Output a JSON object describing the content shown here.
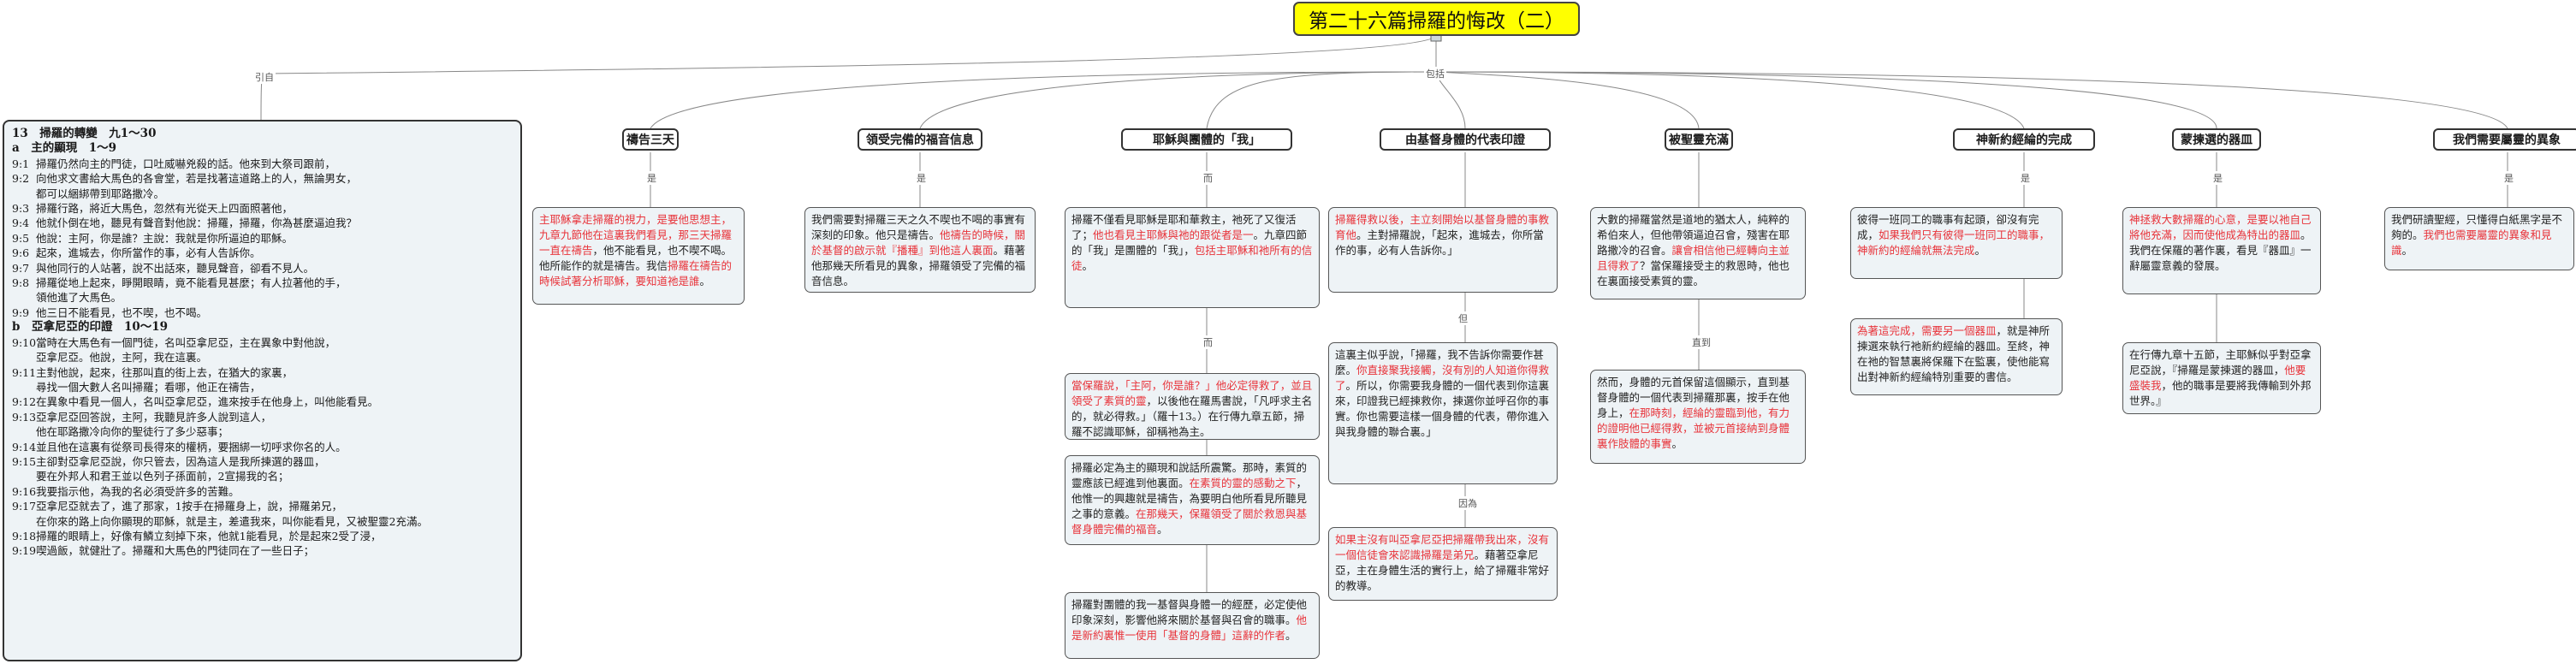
{
  "title": "第二十六篇掃羅的悔改（二）",
  "connectors": {
    "left": "引自",
    "right": "包括",
    "sub_c3_a": "而",
    "sub_c3_b": "而",
    "sub_c4": "但",
    "sub_c5": "直到",
    "sub_c6": "因為",
    "sub_c1": "是",
    "sub_c2": "是",
    "sub_c7": "是",
    "sub_c8": "是",
    "sub_c9": "是"
  },
  "scripture": {
    "heading": "13　掃羅的轉變　九1～30",
    "sec_a": "a　主的顯現　1～9",
    "sec_a_lines": [
      {
        "n": "9:1",
        "t": "掃羅仍然向主的門徒，口吐威嚇兇殺的話。他來到大祭司跟前，"
      },
      {
        "n": "9:2",
        "t": "向他求文書給大馬色的各會堂，若是找著這道路上的人，無論男女，"
      },
      {
        "n": "",
        "t": "都可以綑綁帶到耶路撒冷。"
      },
      {
        "n": "9:3",
        "t": "掃羅行路，將近大馬色，忽然有光從天上四面照著他，"
      },
      {
        "n": "9:4",
        "t": "他就仆倒在地，聽見有聲音對他說：掃羅，掃羅，你為甚麼逼迫我？"
      },
      {
        "n": "9:5",
        "t": "他說：主阿，你是誰？主說：我就是你所逼迫的耶穌。"
      },
      {
        "n": "9:6",
        "t": "起來，進城去，你所當作的事，必有人告訴你。"
      },
      {
        "n": "9:7",
        "t": "與他同行的人站著，說不出話來，聽見聲音，卻看不見人。"
      },
      {
        "n": "9:8",
        "t": "掃羅從地上起來，睜開眼睛，竟不能看見甚麼；有人拉著他的手，"
      },
      {
        "n": "",
        "t": "領他進了大馬色。"
      },
      {
        "n": "9:9",
        "t": "他三日不能看見，也不喫，也不喝。"
      }
    ],
    "sec_b": "b　亞拿尼亞的印證　10～19",
    "sec_b_lines": [
      {
        "n": "9:10",
        "t": "當時在大馬色有一個門徒，名叫亞拿尼亞，主在異象中對他說，"
      },
      {
        "n": "",
        "t": "亞拿尼亞。他說，主阿，我在這裏。"
      },
      {
        "n": "9:11",
        "t": "主對他說，起來，往那叫直的街上去，在猶大的家裏，"
      },
      {
        "n": "",
        "t": "尋找一個大數人名叫掃羅；看哪，他正在禱告，"
      },
      {
        "n": "9:12",
        "t": "在異象中看見一個人，名叫亞拿尼亞，進來按手在他身上，叫他能看見。"
      },
      {
        "n": "9:13",
        "t": "亞拿尼亞回答說，主阿，我聽見許多人說到這人，"
      },
      {
        "n": "",
        "t": "他在耶路撒冷向你的聖徒行了多少惡事；"
      },
      {
        "n": "9:14",
        "t": "並且他在這裏有從祭司長得來的權柄，要捆綁一切呼求你名的人。"
      },
      {
        "n": "9:15",
        "t": "主卻對亞拿尼亞說，你只管去，因為這人是我所揀選的器皿，"
      },
      {
        "n": "",
        "t": "要在外邦人和君王並以色列子孫面前，2宣揚我的名；"
      },
      {
        "n": "9:16",
        "t": "我要指示他，為我的名必須受許多的苦難。"
      },
      {
        "n": "9:17",
        "t": "亞拿尼亞就去了，進了那家，1按手在掃羅身上，說，掃羅弟兄，"
      },
      {
        "n": "",
        "t": "在你來的路上向你顯現的耶穌，就是主，差遣我來，叫你能看見，又被聖靈2充滿。"
      },
      {
        "n": "9:18",
        "t": "掃羅的眼睛上，好像有鱗立刻掉下來，他就1能看見，於是起來2受了浸，"
      },
      {
        "n": "9:19",
        "t": "喫過飯，就健壯了。掃羅和大馬色的門徒同在了一些日子；"
      }
    ]
  },
  "columns": [
    {
      "label": "禱告三天",
      "note": [
        {
          "t": "主耶穌拿走掃羅的視力，是要他思想主，九章九節他在這裏我們看見，",
          "red": true
        },
        {
          "t": "那三天掃羅一直在禱告",
          "red": true
        },
        {
          "t": "，他不能看見，也不喫不喝。他所能作的就是禱告。我信",
          "red": false
        },
        {
          "t": "掃羅在禱告的時候試著分析耶穌，要知道祂是誰",
          "red": true
        },
        {
          "t": "。",
          "red": false
        }
      ]
    },
    {
      "label": "領受完備的福音信息",
      "note": [
        {
          "t": "我們需要對掃羅三天之久不喫也不喝的事實有深刻的印象。他只是禱告。",
          "red": false
        },
        {
          "t": "他禱告的時候，關於基督的啟示就『播種』到他這人裏面",
          "red": true
        },
        {
          "t": "。藉著他那幾天所看見的異象，掃羅領受了完備的福音信息。",
          "red": false
        }
      ]
    },
    {
      "label": "耶穌與團體的「我」",
      "note": [
        {
          "t": "掃羅不僅看見耶穌是耶和華救主，祂死了又復活了；",
          "red": false
        },
        {
          "t": "他也看見主耶穌與祂的跟從者是一",
          "red": true
        },
        {
          "t": "。九章四節的「我」是團體的「我」，",
          "red": false
        },
        {
          "t": "包括主耶穌和祂所有的信徒",
          "red": true
        },
        {
          "t": "。",
          "red": false
        }
      ],
      "note2": [
        {
          "t": "當保羅說，「主阿，你是誰？」他必定得救了，並且領受了素質的靈",
          "red": true
        },
        {
          "t": "，以後他在羅馬書說，「凡呼求主名的，就必得救。」（羅十13。）在行傳九章五節，掃羅不認識耶穌，卻稱祂為主。",
          "red": false
        }
      ],
      "note3": [
        {
          "t": "掃羅必定為主的顯現和說話所震驚。那時，素質的靈應該已經進到他裏面。",
          "red": false
        },
        {
          "t": "在素質的靈的感動之下",
          "red": true
        },
        {
          "t": "，他惟一的興趣就是禱告，為要明白他所看見所聽見之事的意義。",
          "red": false
        },
        {
          "t": "在那幾天，保羅領受了關於救恩與基督身體完備的福音",
          "red": true
        },
        {
          "t": "。",
          "red": false
        }
      ],
      "note4": [
        {
          "t": "掃羅對團體的我一基督與身體一的經歷，必定使他印象深刻，影響他將來關於基督與召會的職事。",
          "red": false
        },
        {
          "t": "他是新約裏惟一使用「基督的身體」這辭的作者",
          "red": true
        },
        {
          "t": "。",
          "red": false
        }
      ]
    },
    {
      "label": "由基督身體的代表印證",
      "note": [
        {
          "t": "掃羅得救以後，主立刻開始以基督身體的事教育他",
          "red": true
        },
        {
          "t": "。主對掃羅說，「起來，進城去，你所當作的事，必有人告訴你。」",
          "red": false
        }
      ],
      "note2": [
        {
          "t": "這裏主似乎說，「掃羅，我不告訴你需要作甚麼。",
          "red": false
        },
        {
          "t": "你直接聚我接觸，沒有別的人知道你得救了",
          "red": true
        },
        {
          "t": "。所以，你需要我身體的一個代表到你這裏來，印證我已經揀救你，揀選你並呼召你的事實。你也需要這樣一個身體的代表，帶你進入與我身體的聯合裏。」",
          "red": false
        }
      ],
      "note3": [
        {
          "t": "如果主沒有叫亞拿尼亞把掃羅帶我出來，沒有一個信徒會來認識掃羅是弟兄",
          "red": true
        },
        {
          "t": "。藉著亞拿尼亞，主在身體生活的實行上，給了掃羅非常好的教導。",
          "red": false
        }
      ]
    },
    {
      "label": "被聖靈充滿",
      "note": [
        {
          "t": "大數的掃羅當然是道地的猶太人，純粹的希伯來人，但他帶領逼迫召會，殘害在耶路撒冷的召會。",
          "red": false
        },
        {
          "t": "讓會相信他已經轉向主並且得救了",
          "red": true
        },
        {
          "t": "？當保羅接受主的救恩時，他也在裏面接受素質的靈。",
          "red": false
        }
      ],
      "note2": [
        {
          "t": "然而，身體的元首保留這個顯示，直到基督身體的一個代表到掃羅那裏，按手在他身上，",
          "red": false
        },
        {
          "t": "在那時刻，經綸的靈臨到他，有力的證明他已經得救，並被元首接納到身體裏作肢體的事實",
          "red": true
        },
        {
          "t": "。",
          "red": false
        }
      ]
    },
    {
      "label": "神新約經綸的完成",
      "note": [
        {
          "t": "彼得一班同工的職事有起頭，卻沒有完成，",
          "red": false
        },
        {
          "t": "如果我們只有彼得一班同工的職事，神新約的經綸就無法完成",
          "red": true
        },
        {
          "t": "。",
          "red": false
        }
      ],
      "note2": [
        {
          "t": "為著這完成，需要另一個器皿",
          "red": true
        },
        {
          "t": "，就是神所揀選來執行祂新約經綸的器皿。至終，神在祂的智慧裏將保羅下在監裏，使他能寫出對神新約經綸特別重要的書信。",
          "red": false
        }
      ]
    },
    {
      "label": "蒙揀選的器皿",
      "note": [
        {
          "t": "神拯救大數掃羅的心意，是要以祂自己將他充滿，因而使他成為特出的器皿",
          "red": true
        },
        {
          "t": "。我們在保羅的著作裏，看見『器皿』一辭屬靈意義的發展。",
          "red": false
        }
      ],
      "note2": [
        {
          "t": "在行傳九章十五節，主耶穌似乎對亞拿尼亞說，『掃羅是蒙揀選的器皿，",
          "red": false
        },
        {
          "t": "他要盛裝我",
          "red": true
        },
        {
          "t": "，他的職事是要將我傳輸到外邦世界。』",
          "red": false
        }
      ]
    },
    {
      "label": "我們需要屬靈的異象",
      "note": [
        {
          "t": "我們研讀聖經，只懂得白紙黑字是不夠的。",
          "red": false
        },
        {
          "t": "我們也需要屬靈的異象和見識",
          "red": true
        },
        {
          "t": "。",
          "red": false
        }
      ]
    }
  ],
  "colors": {
    "root_bg": "#ffff00",
    "note_bg": "#eef3f6",
    "highlight": "#e8333a"
  }
}
